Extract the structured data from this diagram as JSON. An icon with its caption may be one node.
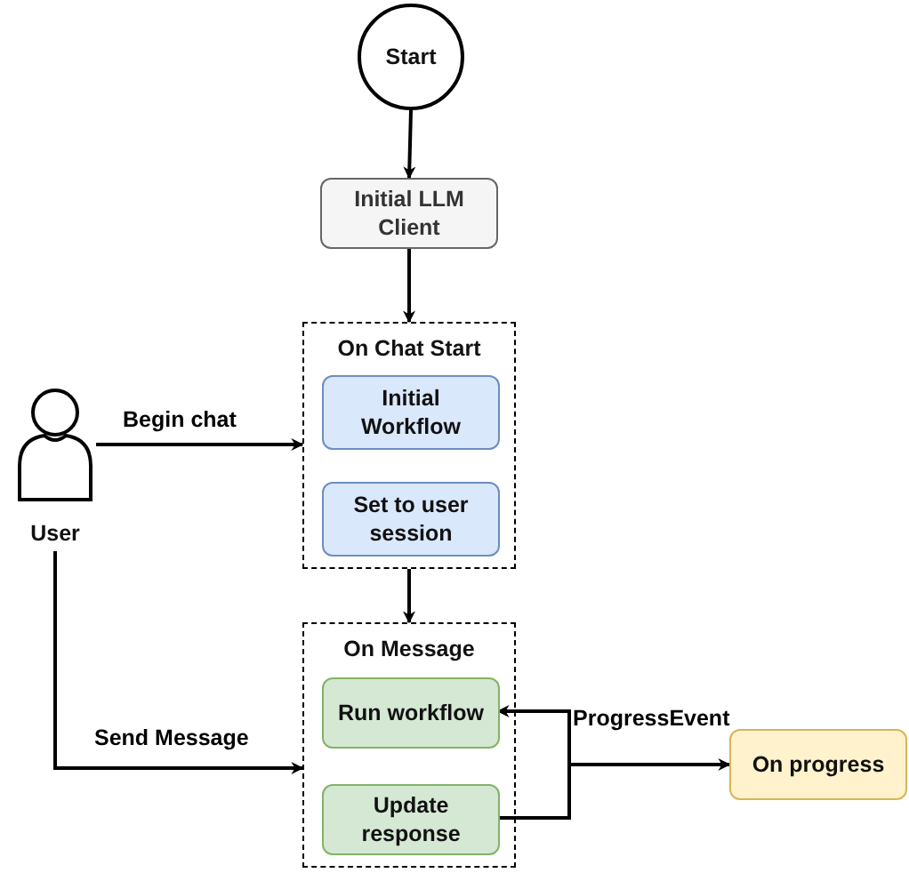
{
  "diagram": {
    "nodes": [
      {
        "text": [
          "Start"
        ]
      },
      {
        "text": [
          "Initial LLM Client"
        ]
      },
      {
        "text": [
          "On Chat Start"
        ]
      },
      {
        "text": [
          "Initial Workflow"
        ],
        "in": 2
      },
      {
        "text": [
          "Set to user session"
        ],
        "in": 2
      },
      {
        "text": [
          "User"
        ]
      },
      {
        "text": [
          "On Message"
        ]
      },
      {
        "text": [
          "Run workflow"
        ],
        "in": 6
      },
      {
        "text": [
          "Update response"
        ],
        "in": 6
      },
      {
        "text": [
          "On progress"
        ]
      }
    ],
    "edges": [
      {
        "from": 0,
        "to": 1,
        "arrow": "to"
      },
      {
        "from": 1,
        "to": 2,
        "arrow": "to"
      },
      {
        "from": 5,
        "to": 2,
        "arrow": "to",
        "label": "Begin chat"
      },
      {
        "from": 2,
        "to": 6,
        "arrow": "to"
      },
      {
        "from": 5,
        "to": 6,
        "arrow": "to",
        "label": "Send Message"
      },
      {
        "from": 8,
        "to": 7,
        "arrow": "to",
        "label": "ProgressEvent"
      },
      {
        "from": 8,
        "to": 9,
        "arrow": "to"
      }
    ]
  }
}
